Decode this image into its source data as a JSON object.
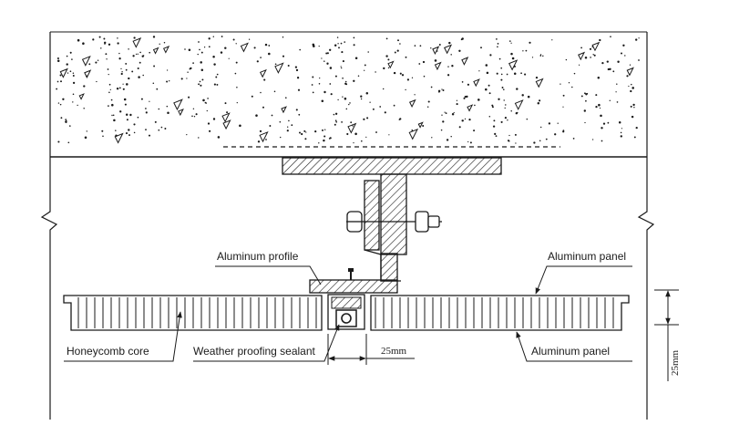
{
  "labels": {
    "aluminum_profile": "Aluminum profile",
    "aluminum_panel_top": "Aluminum panel",
    "honeycomb_core": "Honeycomb core",
    "weather_sealant": "Weather proofing sealant",
    "aluminum_panel_bottom": "Aluminum panel"
  },
  "dimensions": {
    "joint_width": "25mm",
    "panel_thickness": "25mm"
  },
  "colors": {
    "line": "#1a1a1a",
    "background": "#ffffff"
  }
}
